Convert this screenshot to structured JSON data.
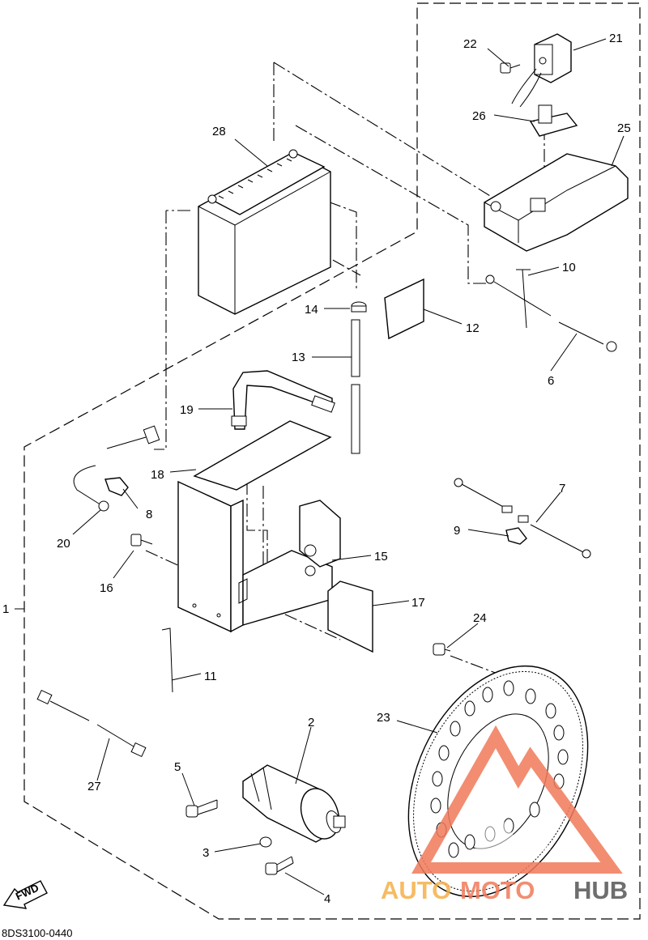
{
  "diagram": {
    "drawing_code": "8DS3100-0440",
    "fwd_label": "FWD",
    "callouts": {
      "c1": "1",
      "c2": "2",
      "c3": "3",
      "c4": "4",
      "c5": "5",
      "c6": "6",
      "c7": "7",
      "c8": "8",
      "c9": "9",
      "c10": "10",
      "c11": "11",
      "c12": "12",
      "c13": "13",
      "c14": "14",
      "c15": "15",
      "c16": "16",
      "c17": "17",
      "c18": "18",
      "c19": "19",
      "c20": "20",
      "c21": "21",
      "c22": "22",
      "c23": "23",
      "c24": "24",
      "c25": "25",
      "c26": "26",
      "c27": "27",
      "c28": "28"
    }
  },
  "watermark": {
    "text_auto": "AUTO",
    "text_moto": "MOTO",
    "text_hub": "HUB",
    "color_primary": "#f07a5a",
    "color_secondary": "#f5b04a",
    "color_hub": "#555555"
  }
}
